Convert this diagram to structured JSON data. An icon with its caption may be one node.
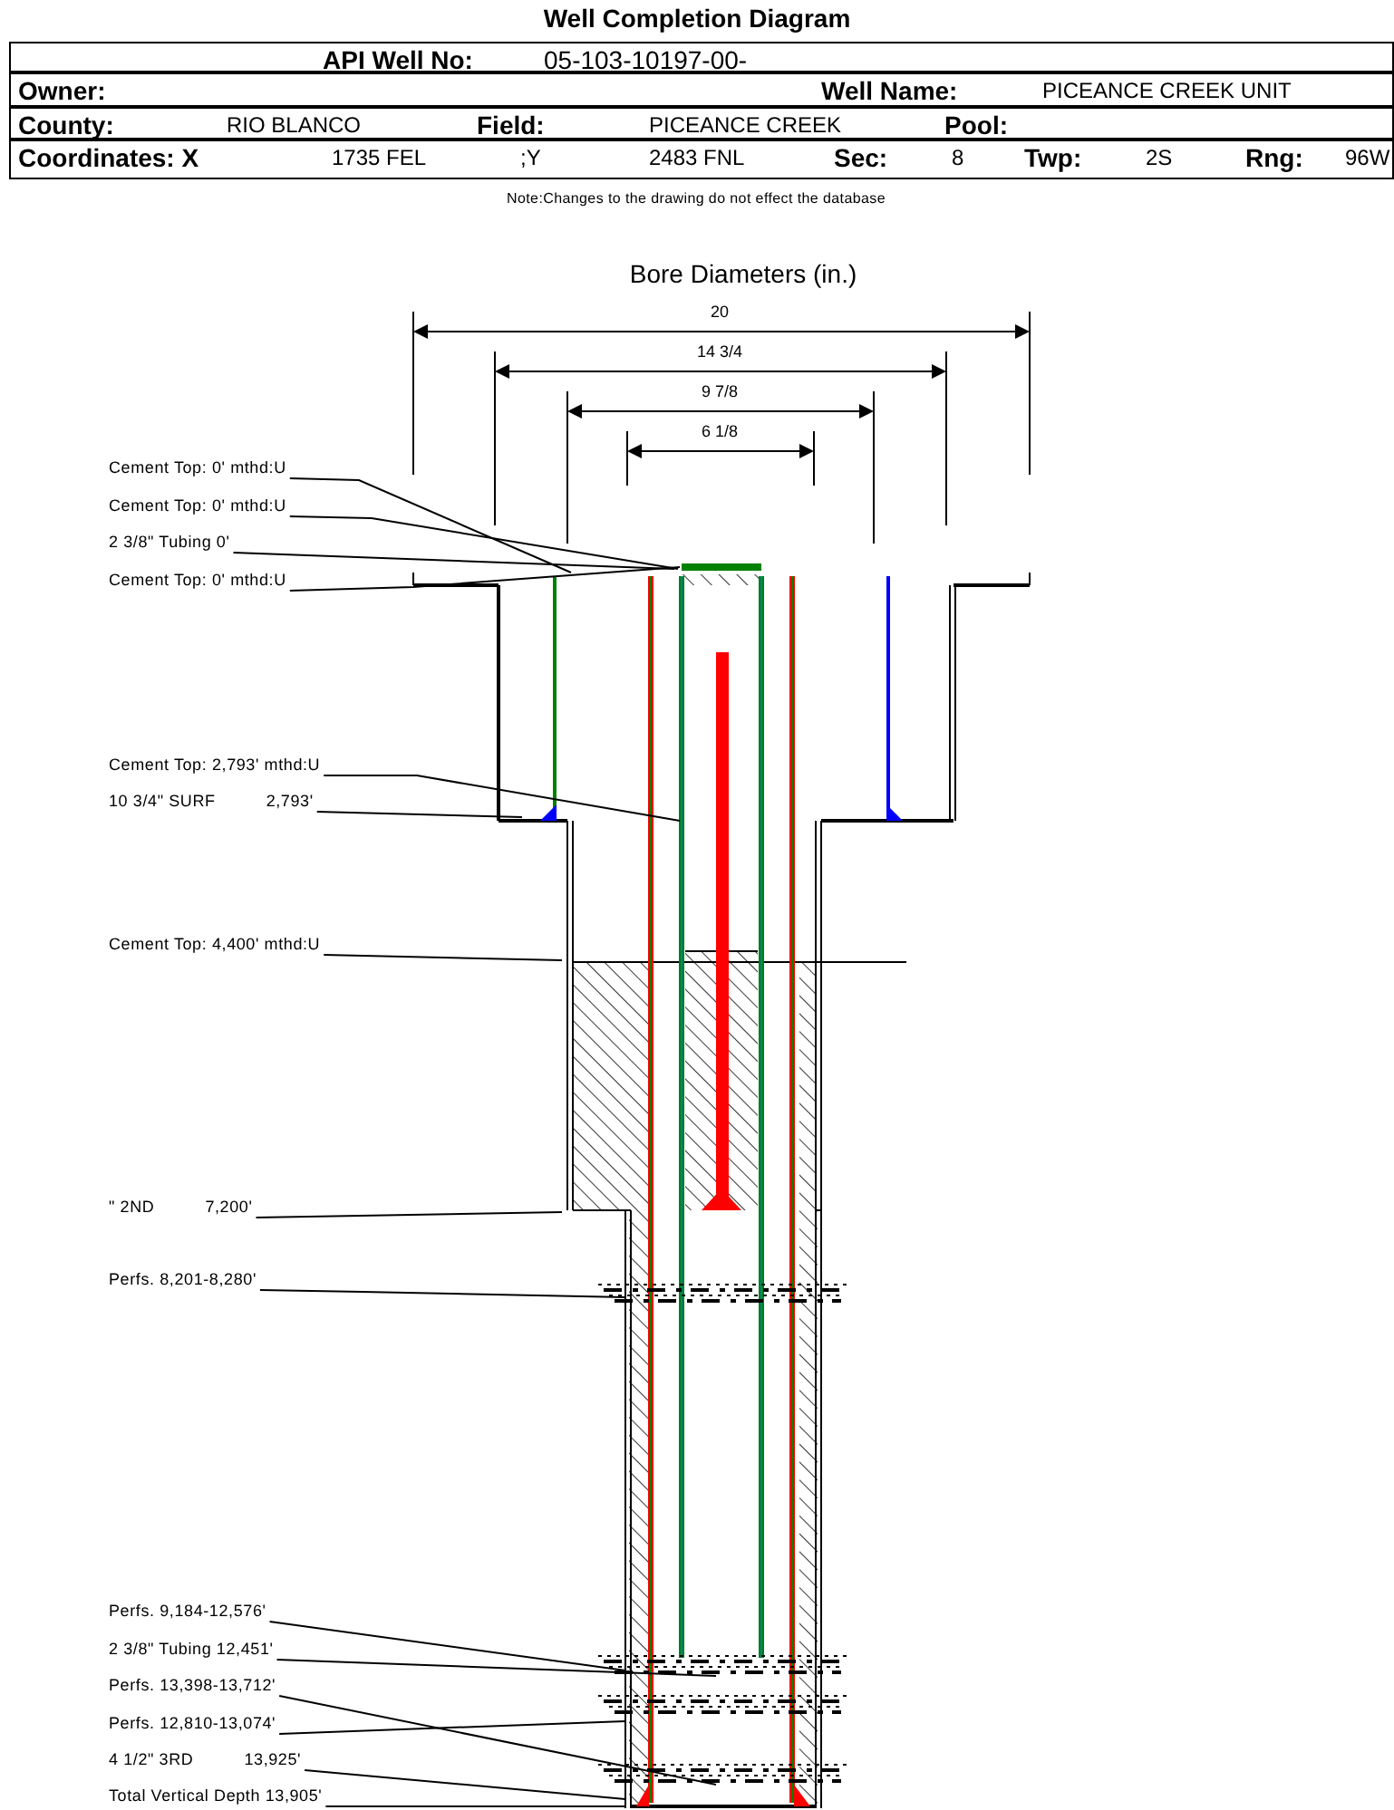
{
  "diagram": {
    "title": "Well Completion Diagram",
    "nodes": [
      {
        "text": [
          "Cement Top: 0' mthd:U"
        ]
      },
      {
        "text": [
          "Cement Top: 0' mthd:U"
        ]
      },
      {
        "text": [
          "2 3/8\" Tubing 0'"
        ]
      },
      {
        "text": [
          "Cement Top: 0' mthd:U"
        ]
      },
      {
        "text": [
          "Cement Top: 2,793' mthd:U"
        ]
      },
      {
        "text": [
          "10 3/4\" SURF",
          "2,793'"
        ]
      },
      {
        "text": [
          "Cement Top: 4,400' mthd:U"
        ]
      },
      {
        "text": [
          "\" 2ND",
          "7,200'"
        ]
      },
      {
        "text": [
          "Perfs. 8,201-8,280'"
        ]
      },
      {
        "text": [
          "Perfs. 9,184-12,576'"
        ]
      },
      {
        "text": [
          "2 3/8\" Tubing 12,451'"
        ]
      },
      {
        "text": [
          "Perfs. 13,398-13,712'"
        ]
      },
      {
        "text": [
          "Perfs. 12,810-13,074'"
        ]
      },
      {
        "text": [
          "4 1/2\" 3RD",
          "13,925'"
        ]
      },
      {
        "text": [
          "Total Vertical Depth 13,905'"
        ]
      }
    ],
    "edges": [
      {
        "from": 0,
        "to": null,
        "arrow": "none"
      },
      {
        "from": 1,
        "to": null,
        "arrow": "none"
      },
      {
        "from": 2,
        "to": null,
        "arrow": "none"
      },
      {
        "from": 3,
        "to": null,
        "arrow": "none"
      },
      {
        "from": 4,
        "to": null,
        "arrow": "none"
      },
      {
        "from": 5,
        "to": null,
        "arrow": "none"
      },
      {
        "from": 6,
        "to": null,
        "arrow": "none"
      },
      {
        "from": 7,
        "to": null,
        "arrow": "none"
      },
      {
        "from": 8,
        "to": null,
        "arrow": "none"
      },
      {
        "from": 9,
        "to": null,
        "arrow": "none"
      },
      {
        "from": 10,
        "to": null,
        "arrow": "none"
      },
      {
        "from": 11,
        "to": null,
        "arrow": "none"
      },
      {
        "from": 12,
        "to": null,
        "arrow": "none"
      },
      {
        "from": 13,
        "to": null,
        "arrow": "none"
      },
      {
        "from": 14,
        "to": null,
        "arrow": "none"
      }
    ],
    "labels": [
      "API Well No:",
      "05-103-10197-00-",
      "Owner:",
      "Well Name:",
      "PICEANCE CREEK UNIT",
      "County:",
      "RIO BLANCO",
      "Field:",
      "PICEANCE CREEK",
      "Pool:",
      "Coordinates: X",
      "1735 FEL",
      ";Y",
      "2483 FNL",
      "Sec:",
      "8",
      "Twp:",
      "2S",
      "Rng:",
      "96W",
      "Note:Changes to the drawing do not effect the database",
      "Bore Diameters (in.)",
      "20",
      "14 3/4",
      "9 7/8",
      "6 1/8"
    ]
  }
}
